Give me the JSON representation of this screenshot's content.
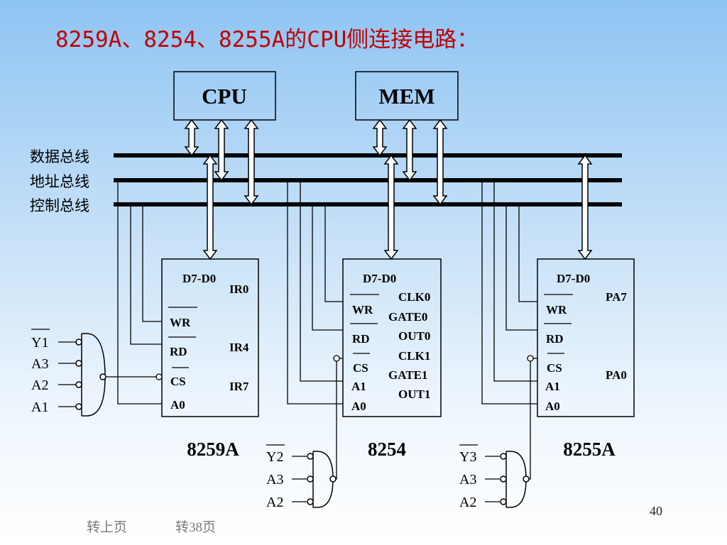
{
  "slide": {
    "title": "8259A、8254、8255A的CPU侧连接电路：",
    "page_number": "40"
  },
  "blocks": {
    "cpu": "CPU",
    "mem": "MEM"
  },
  "buses": {
    "data": "数据总线",
    "address": "地址总线",
    "control": "控制总线"
  },
  "chips": {
    "c8259": {
      "name": "8259A",
      "pins_left": [
        "D7-D0",
        "WR",
        "RD",
        "CS",
        "A0"
      ],
      "pins_right": [
        "IR0",
        "IR4",
        "IR7"
      ]
    },
    "c8254": {
      "name": "8254",
      "pins_left": [
        "D7-D0",
        "WR",
        "RD",
        "CS",
        "A1",
        "A0"
      ],
      "pins_right": [
        "CLK0",
        "GATE0",
        "OUT0",
        "CLK1",
        "GATE1",
        "OUT1"
      ]
    },
    "c8255": {
      "name": "8255A",
      "pins_left": [
        "D7-D0",
        "WR",
        "RD",
        "CS",
        "A1",
        "A0"
      ],
      "pins_right": [
        "PA7",
        "PA0"
      ]
    }
  },
  "decoders": {
    "g1": [
      "Y1",
      "A3",
      "A2",
      "A1"
    ],
    "g2": [
      "Y2",
      "A3",
      "A2"
    ],
    "g3": [
      "Y3",
      "A3",
      "A2"
    ]
  },
  "nav": {
    "prev": "转上页",
    "goto": "转38页"
  }
}
